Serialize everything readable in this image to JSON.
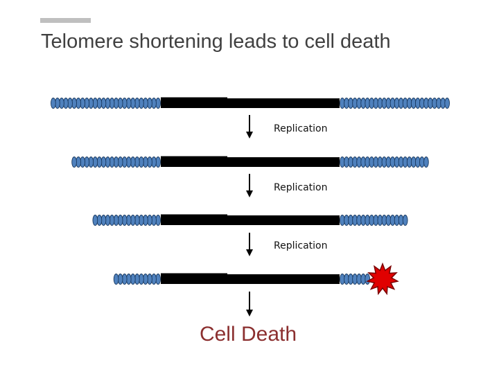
{
  "title": "Telomere shortening leads to cell death",
  "colors": {
    "title_bar": "#bfbfbf",
    "title_text": "#404040",
    "telomere_fill": "#4f81bd",
    "telomere_stroke": "#17375e",
    "chromosome": "#000000",
    "arrow": "#000000",
    "final_label": "#8b2f2f",
    "damage_fill": "#e00000",
    "damage_stroke": "#7a0000"
  },
  "diagram": {
    "stages": [
      {
        "left_repeats": 26,
        "right_repeats": 26
      },
      {
        "left_repeats": 21,
        "right_repeats": 21
      },
      {
        "left_repeats": 16,
        "right_repeats": 16
      },
      {
        "left_repeats": 11,
        "right_repeats": 7,
        "damaged": true
      }
    ],
    "steps": [
      {
        "label": "Replication"
      },
      {
        "label": "Replication"
      },
      {
        "label": "Replication"
      }
    ],
    "final_label": "Cell Death",
    "damage_icon": "explosion-burst-icon"
  }
}
